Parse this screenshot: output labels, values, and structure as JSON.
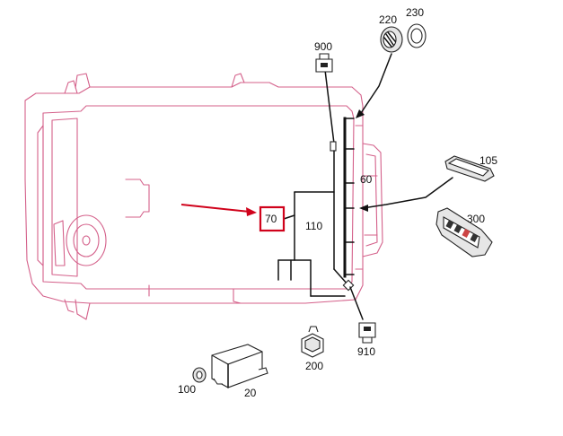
{
  "diagram": {
    "callouts": {
      "c900": "900",
      "c220": "220",
      "c230": "230",
      "c60": "60",
      "c105": "105",
      "c110": "110",
      "c70": "70",
      "c300": "300",
      "c910": "910",
      "c200": "200",
      "c100": "100",
      "c20": "20"
    },
    "colors": {
      "vehicle_outline": "#d4608a",
      "highlight": "#d0021b",
      "wiring": "#111111"
    },
    "highlighted_callout": "70"
  }
}
